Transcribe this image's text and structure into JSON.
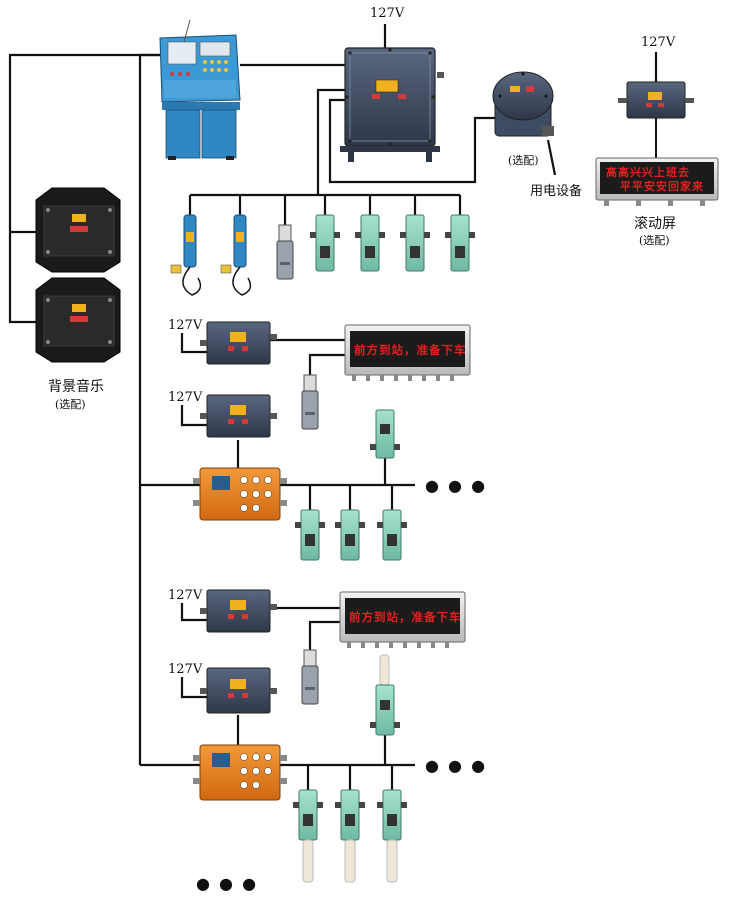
{
  "voltage_labels": {
    "cabinet": "127V",
    "scroll": "127V",
    "row1": "127V",
    "row2": "127V",
    "row3": "127V",
    "row4": "127V"
  },
  "captions": {
    "optional_device": "(选配)",
    "power_device": "用电设备",
    "scroll_screen": "滚动屏",
    "scroll_optional": "(选配)",
    "bg_music": "背景音乐",
    "bg_music_optional": "(选配)"
  },
  "led_text": {
    "scroll_line1": "高高兴兴上班去",
    "scroll_line2": "平平安安回家来",
    "display1": "前方到站，准备下车",
    "display2": "前方到站，准备下车"
  },
  "ellipsis": {
    "row1": "● ● ●",
    "row2": "● ● ●",
    "bottom": "● ● ●"
  },
  "colors": {
    "line": "#111111",
    "console": "#2f87c3",
    "enclosure": "#3e4a5e",
    "orange": "#e8801e",
    "green": "#8fd3bf",
    "amplifier": "#1a1a1a",
    "led": "#e32020"
  }
}
